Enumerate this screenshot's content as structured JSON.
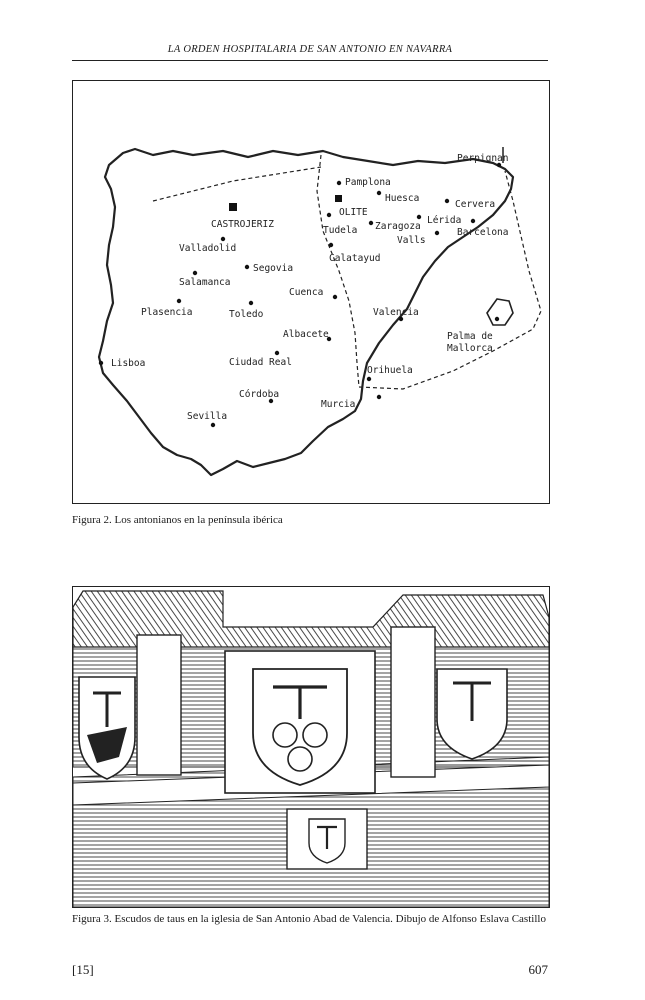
{
  "header": {
    "running_title": "LA ORDEN HOSPITALARIA DE SAN ANTONIO EN NAVARRA"
  },
  "figure2": {
    "caption": "Figura 2. Los antonianos en la península ibérica",
    "cities": [
      {
        "name": "Perpignan"
      },
      {
        "name": "Pamplona"
      },
      {
        "name": "Huesca"
      },
      {
        "name": "Cervera"
      },
      {
        "name": "OLITE"
      },
      {
        "name": "Lérida"
      },
      {
        "name": "Zaragoza"
      },
      {
        "name": "Tudela"
      },
      {
        "name": "Barcelona"
      },
      {
        "name": "Valls"
      },
      {
        "name": "Calatayud"
      },
      {
        "name": "CASTROJERIZ"
      },
      {
        "name": "Valladolid"
      },
      {
        "name": "Segovia"
      },
      {
        "name": "Salamanca"
      },
      {
        "name": "Cuenca"
      },
      {
        "name": "Plasencia"
      },
      {
        "name": "Toledo"
      },
      {
        "name": "Valencia"
      },
      {
        "name": "Palma de"
      },
      {
        "name": "Mallorca"
      },
      {
        "name": "Albacete"
      },
      {
        "name": "Lisboa"
      },
      {
        "name": "Ciudad Real"
      },
      {
        "name": "Orihuela"
      },
      {
        "name": "Córdoba"
      },
      {
        "name": "Murcia"
      },
      {
        "name": "Sevilla"
      }
    ]
  },
  "figure3": {
    "caption": "Figura 3. Escudos de taus en la iglesia de San Antonio Abad de Valencia. Dibujo de Alfonso Eslava Castillo"
  },
  "footer": {
    "left_folio": "[15]",
    "right_folio": "607"
  }
}
